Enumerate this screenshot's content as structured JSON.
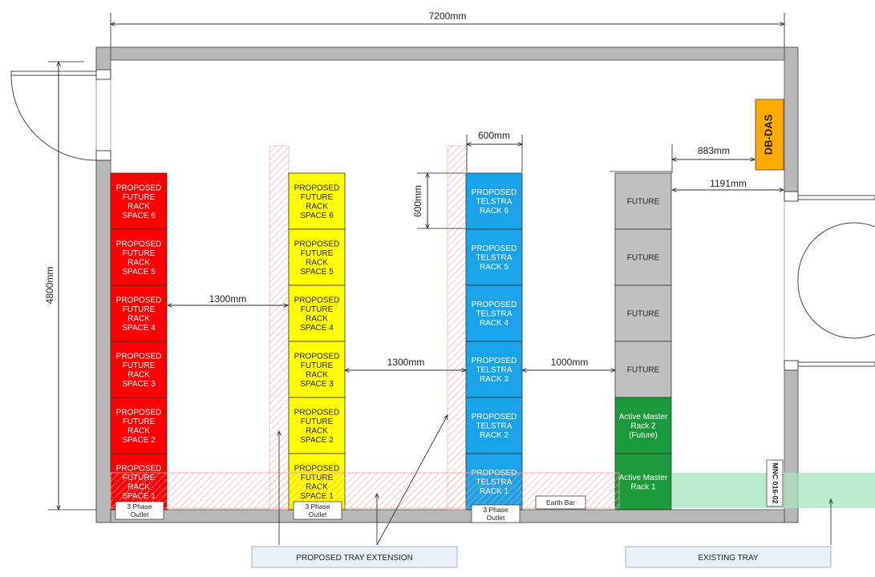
{
  "dimensions": {
    "overall_width": "7200mm",
    "overall_height": "4800mm",
    "rack_width": "600mm",
    "rack_depth": "600mm",
    "aisle_1": "1300mm",
    "aisle_2": "1300mm",
    "aisle_3": "1000mm",
    "dbdas_offset": "883mm",
    "door_offset": "1191mm"
  },
  "columns": [
    {
      "id": "red",
      "color": "#ff0000",
      "racks": [
        [
          "PROPOSED",
          "FUTURE",
          "RACK",
          "SPACE 6"
        ],
        [
          "PROPOSED",
          "FUTURE",
          "RACK",
          "SPACE 5"
        ],
        [
          "PROPOSED",
          "FUTURE",
          "RACK",
          "SPACE 4"
        ],
        [
          "PROPOSED",
          "FUTURE",
          "RACK",
          "SPACE 3"
        ],
        [
          "PROPOSED",
          "FUTURE",
          "RACK",
          "SPACE 2"
        ],
        [
          "PROPOSED",
          "FUTURE",
          "RACK",
          "SPACE 1"
        ]
      ]
    },
    {
      "id": "yellow",
      "color": "#ffff00",
      "racks": [
        [
          "PROPOSED",
          "FUTURE",
          "RACK",
          "SPACE 6"
        ],
        [
          "PROPOSED",
          "FUTURE",
          "RACK",
          "SPACE 5"
        ],
        [
          "PROPOSED",
          "FUTURE",
          "RACK",
          "SPACE 4"
        ],
        [
          "PROPOSED",
          "FUTURE",
          "RACK",
          "SPACE 3"
        ],
        [
          "PROPOSED",
          "FUTURE",
          "RACK",
          "SPACE 2"
        ],
        [
          "PROPOSED",
          "FUTURE",
          "RACK",
          "SPACE 1"
        ]
      ]
    },
    {
      "id": "blue",
      "color": "#1aa3e8",
      "racks": [
        [
          "PROPOSED",
          "TELSTRA",
          "RACK 6"
        ],
        [
          "PROPOSED",
          "TELSTRA",
          "RACK 5"
        ],
        [
          "PROPOSED",
          "TELSTRA",
          "RACK 4"
        ],
        [
          "PROPOSED",
          "TELSTRA",
          "RACK 3"
        ],
        [
          "PROPOSED",
          "TELSTRA",
          "RACK 2"
        ],
        [
          "PROPOSED",
          "TELSTRA",
          "RACK 1"
        ]
      ]
    },
    {
      "id": "grey",
      "racks": [
        {
          "lines": [
            "FUTURE"
          ],
          "color": "#c0c0c0"
        },
        {
          "lines": [
            "FUTURE"
          ],
          "color": "#c0c0c0"
        },
        {
          "lines": [
            "FUTURE"
          ],
          "color": "#c0c0c0"
        },
        {
          "lines": [
            "FUTURE"
          ],
          "color": "#c0c0c0"
        },
        {
          "lines": [
            "Active Master",
            "Rack 2",
            "(Future)"
          ],
          "color": "#1a9a3a"
        },
        {
          "lines": [
            "Active Master",
            "Rack 1"
          ],
          "color": "#1a9a3a"
        }
      ]
    }
  ],
  "outlets": {
    "red": [
      "3 Phase",
      "Outlet"
    ],
    "yellow": [
      "3 Phase",
      "Outlet"
    ],
    "blue": [
      "3 Phase",
      "Outlet"
    ]
  },
  "earth_bar": "Earth Bar",
  "db_das": "DB-DAS",
  "mnc_label": "MNC 016-02",
  "legend": {
    "proposed_tray": "PROPOSED TRAY EXTENSION",
    "existing_tray": "EXISTING TRAY"
  },
  "colors": {
    "wall": "#b8b8b8",
    "db_das": "#ffaa00",
    "proposed_tray_hatch": "#f2a0a0",
    "existing_tray": "#a8e4c0"
  }
}
